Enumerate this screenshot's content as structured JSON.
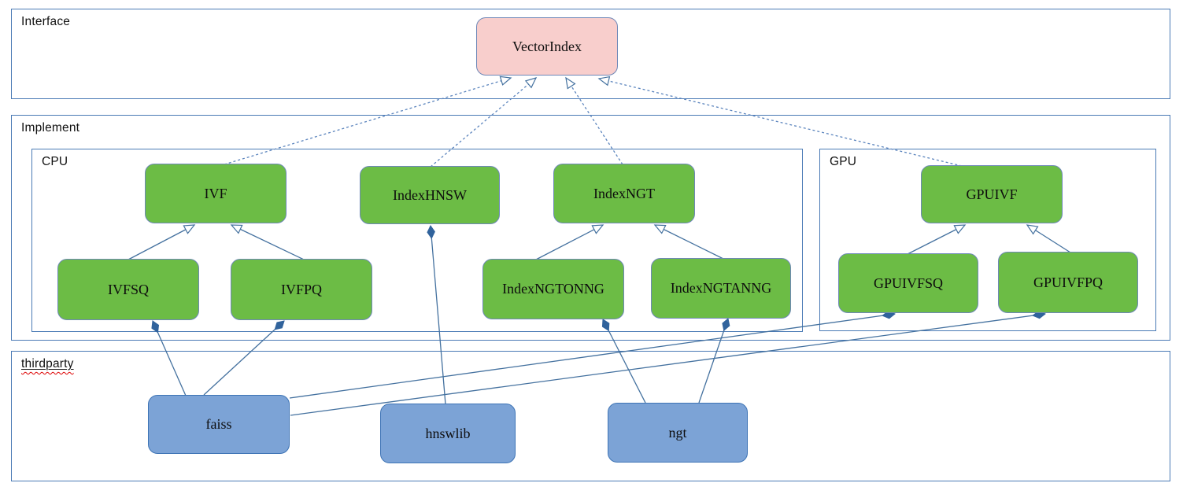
{
  "diagram": {
    "containers": [
      {
        "id": "interface",
        "label": "Interface"
      },
      {
        "id": "implement",
        "label": "Implement"
      },
      {
        "id": "cpu",
        "label": "CPU",
        "parent": "implement"
      },
      {
        "id": "gpu",
        "label": "GPU",
        "parent": "implement"
      },
      {
        "id": "thirdparty",
        "label": "thirdparty"
      }
    ],
    "nodes": [
      {
        "id": "vectorindex",
        "label": "VectorIndex",
        "container": "interface",
        "kind": "interface"
      },
      {
        "id": "ivf",
        "label": "IVF",
        "container": "cpu",
        "kind": "implementation"
      },
      {
        "id": "indexhnsw",
        "label": "IndexHNSW",
        "container": "cpu",
        "kind": "implementation"
      },
      {
        "id": "indexngt",
        "label": "IndexNGT",
        "container": "cpu",
        "kind": "implementation"
      },
      {
        "id": "ivfsq",
        "label": "IVFSQ",
        "container": "cpu",
        "kind": "implementation"
      },
      {
        "id": "ivfpq",
        "label": "IVFPQ",
        "container": "cpu",
        "kind": "implementation"
      },
      {
        "id": "indexngtonng",
        "label": "IndexNGTONNG",
        "container": "cpu",
        "kind": "implementation"
      },
      {
        "id": "indexngtanng",
        "label": "IndexNGTANNG",
        "container": "cpu",
        "kind": "implementation"
      },
      {
        "id": "gpuivf",
        "label": "GPUIVF",
        "container": "gpu",
        "kind": "implementation"
      },
      {
        "id": "gpuivfsq",
        "label": "GPUIVFSQ",
        "container": "gpu",
        "kind": "implementation"
      },
      {
        "id": "gpuivfpq",
        "label": "GPUIVFPQ",
        "container": "gpu",
        "kind": "implementation"
      },
      {
        "id": "faiss",
        "label": "faiss",
        "container": "thirdparty",
        "kind": "thirdparty-lib"
      },
      {
        "id": "hnswlib",
        "label": "hnswlib",
        "container": "thirdparty",
        "kind": "thirdparty-lib"
      },
      {
        "id": "ngt",
        "label": "ngt",
        "container": "thirdparty",
        "kind": "thirdparty-lib"
      }
    ],
    "edges": [
      {
        "from": "ivf",
        "to": "vectorindex",
        "type": "realization",
        "style": "dashed-open-arrow"
      },
      {
        "from": "indexhnsw",
        "to": "vectorindex",
        "type": "realization",
        "style": "dashed-open-arrow"
      },
      {
        "from": "indexngt",
        "to": "vectorindex",
        "type": "realization",
        "style": "dashed-open-arrow"
      },
      {
        "from": "gpuivf",
        "to": "vectorindex",
        "type": "realization",
        "style": "dashed-open-arrow"
      },
      {
        "from": "ivfsq",
        "to": "ivf",
        "type": "generalization",
        "style": "solid-open-arrow"
      },
      {
        "from": "ivfpq",
        "to": "ivf",
        "type": "generalization",
        "style": "solid-open-arrow"
      },
      {
        "from": "indexngtonng",
        "to": "indexngt",
        "type": "generalization",
        "style": "solid-open-arrow"
      },
      {
        "from": "indexngtanng",
        "to": "indexngt",
        "type": "generalization",
        "style": "solid-open-arrow"
      },
      {
        "from": "gpuivfsq",
        "to": "gpuivf",
        "type": "generalization",
        "style": "solid-open-arrow"
      },
      {
        "from": "gpuivfpq",
        "to": "gpuivf",
        "type": "generalization",
        "style": "solid-open-arrow"
      },
      {
        "from": "faiss",
        "to": "ivfsq",
        "type": "composition",
        "style": "solid-filled-diamond"
      },
      {
        "from": "faiss",
        "to": "ivfpq",
        "type": "composition",
        "style": "solid-filled-diamond"
      },
      {
        "from": "faiss",
        "to": "gpuivfsq",
        "type": "composition",
        "style": "solid-filled-diamond"
      },
      {
        "from": "faiss",
        "to": "gpuivfpq",
        "type": "composition",
        "style": "solid-filled-diamond"
      },
      {
        "from": "hnswlib",
        "to": "indexhnsw",
        "type": "composition",
        "style": "solid-filled-diamond"
      },
      {
        "from": "ngt",
        "to": "indexngtonng",
        "type": "composition",
        "style": "solid-filled-diamond"
      },
      {
        "from": "ngt",
        "to": "indexngtanng",
        "type": "composition",
        "style": "solid-filled-diamond"
      }
    ],
    "colors": {
      "interface_node_fill": "#f8cecc",
      "implementation_node_fill": "#6cbc45",
      "thirdparty_node_fill": "#7ca3d6",
      "node_border": "#6e88b8",
      "container_border": "#4a7ab5",
      "connector": "#44719f",
      "diamond_fill": "#31639c",
      "spellcheck_squiggle": "#dd0000"
    }
  }
}
